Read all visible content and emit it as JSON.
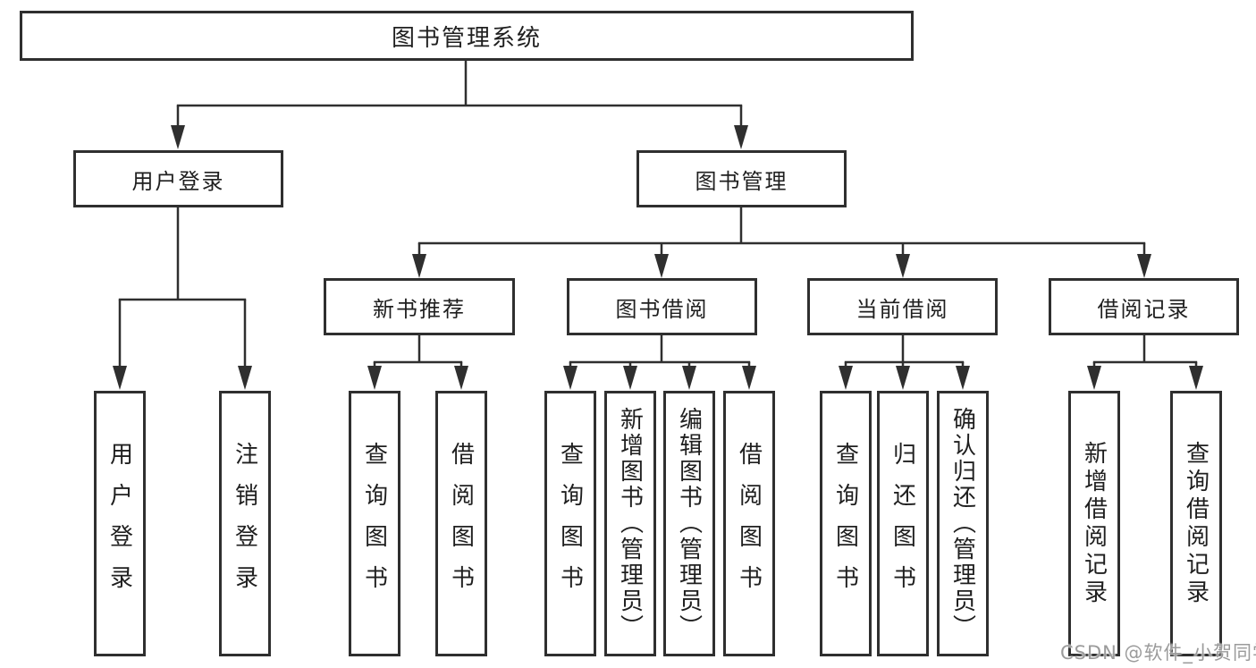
{
  "title": "图书管理系统",
  "chart_data": {
    "type": "table",
    "title": "图书管理系统",
    "note": "hierarchy diagram of system functions"
  },
  "tree": {
    "root": "图书管理系统",
    "branches": [
      {
        "label": "用户登录",
        "children": [
          "用户登录",
          "注销登录"
        ]
      },
      {
        "label": "图书管理",
        "children": [
          {
            "label": "新书推荐",
            "children": [
              "查询图书",
              "借阅图书"
            ]
          },
          {
            "label": "图书借阅",
            "children": [
              "查询图书",
              "新增图书（管理员）",
              "编辑图书（管理员）",
              "借阅图书"
            ]
          },
          {
            "label": "当前借阅",
            "children": [
              "查询图书",
              "归还图书",
              "确认归还（管理员）"
            ]
          },
          {
            "label": "借阅记录",
            "children": [
              "新增借阅记录",
              "查询借阅记录"
            ]
          }
        ]
      }
    ]
  },
  "watermark": "CSDN @软件_小贺同学",
  "colors": {
    "line": "#2f2f2f",
    "border": "#2f2f2f",
    "text": "#1f1f1f",
    "watermark": "#9b9b9b",
    "background": "#ffffff"
  }
}
